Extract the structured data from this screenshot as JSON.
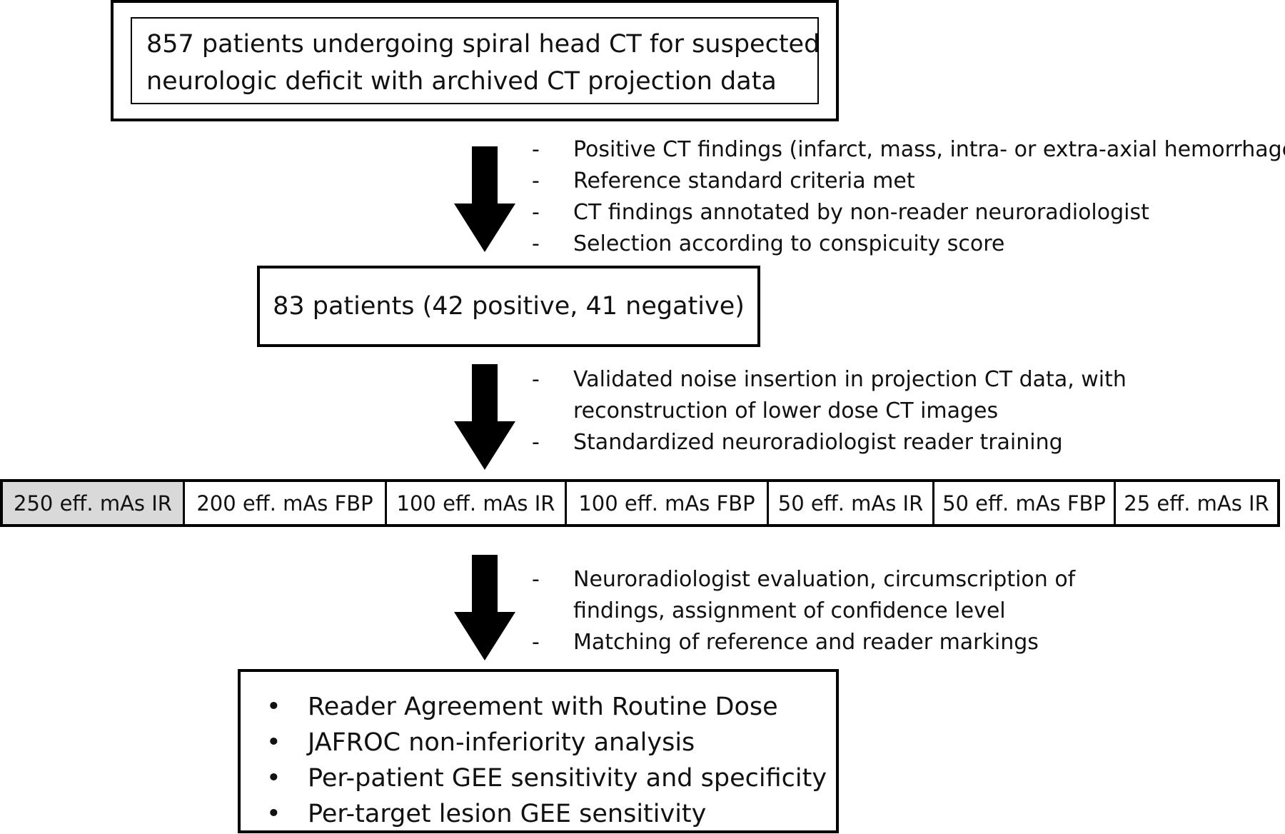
{
  "top_box": {
    "line1": "857 patients undergoing spiral head CT for suspected",
    "line2": "neurologic deficit with archived CT projection data"
  },
  "step1_notes": [
    "Positive CT findings (infarct, mass, intra- or extra-axial hemorrhage)",
    "Reference standard criteria met",
    "CT findings annotated by non-reader neuroradiologist",
    "Selection according to conspicuity score"
  ],
  "middle_box": {
    "text": "83 patients (42 positive, 41 negative)"
  },
  "step2_notes": [
    "Validated noise insertion in projection CT data, with",
    "reconstruction of lower dose CT images",
    "Standardized neuroradiologist reader training"
  ],
  "dose_levels": [
    "250 eff. mAs IR",
    "200 eff. mAs FBP",
    "100 eff. mAs IR",
    "100 eff. mAs FBP",
    "50 eff. mAs IR",
    "50 eff. mAs FBP",
    "25 eff. mAs IR"
  ],
  "step3_notes": [
    "Neuroradiologist evaluation, circumscription of",
    "findings, assignment of confidence level",
    "Matching of reference and reader markings"
  ],
  "outcomes": [
    "Reader Agreement with Routine Dose",
    "JAFROC non-inferiority analysis",
    "Per-patient GEE sensitivity and specificity",
    "Per-target lesion GEE sensitivity"
  ],
  "symbols": {
    "dash": "-",
    "bullet": "•"
  },
  "colors": {
    "reference_cell_fill": "#d9d9d9",
    "line": "#000000"
  }
}
